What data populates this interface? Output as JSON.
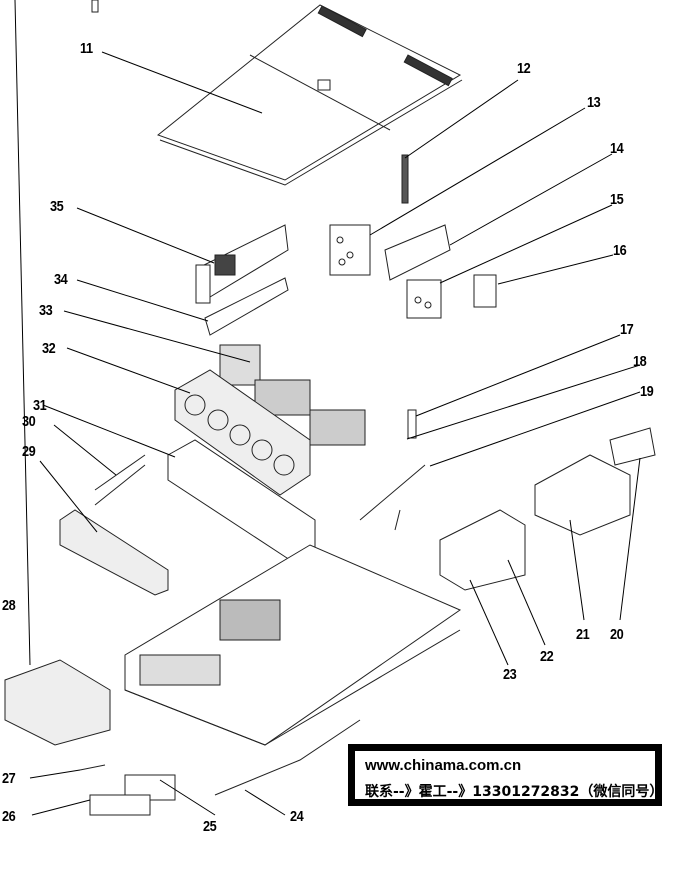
{
  "diagram": {
    "type": "exploded-parts-view",
    "callouts": [
      {
        "id": "11",
        "label": "11"
      },
      {
        "id": "12",
        "label": "12"
      },
      {
        "id": "13",
        "label": "13"
      },
      {
        "id": "14",
        "label": "14"
      },
      {
        "id": "15",
        "label": "15"
      },
      {
        "id": "16",
        "label": "16"
      },
      {
        "id": "17",
        "label": "17"
      },
      {
        "id": "18",
        "label": "18"
      },
      {
        "id": "19",
        "label": "19"
      },
      {
        "id": "20",
        "label": "20"
      },
      {
        "id": "21",
        "label": "21"
      },
      {
        "id": "22",
        "label": "22"
      },
      {
        "id": "23",
        "label": "23"
      },
      {
        "id": "24",
        "label": "24"
      },
      {
        "id": "25",
        "label": "25"
      },
      {
        "id": "26",
        "label": "26"
      },
      {
        "id": "27",
        "label": "27"
      },
      {
        "id": "28",
        "label": "28"
      },
      {
        "id": "29",
        "label": "29"
      },
      {
        "id": "30",
        "label": "30"
      },
      {
        "id": "31",
        "label": "31"
      },
      {
        "id": "32",
        "label": "32"
      },
      {
        "id": "33",
        "label": "33"
      },
      {
        "id": "34",
        "label": "34"
      },
      {
        "id": "35",
        "label": "35"
      }
    ]
  },
  "watermark": {
    "line1": "www.chinama.com.cn",
    "line2": "联系--》霍工--》13301272832（微信同号）"
  }
}
